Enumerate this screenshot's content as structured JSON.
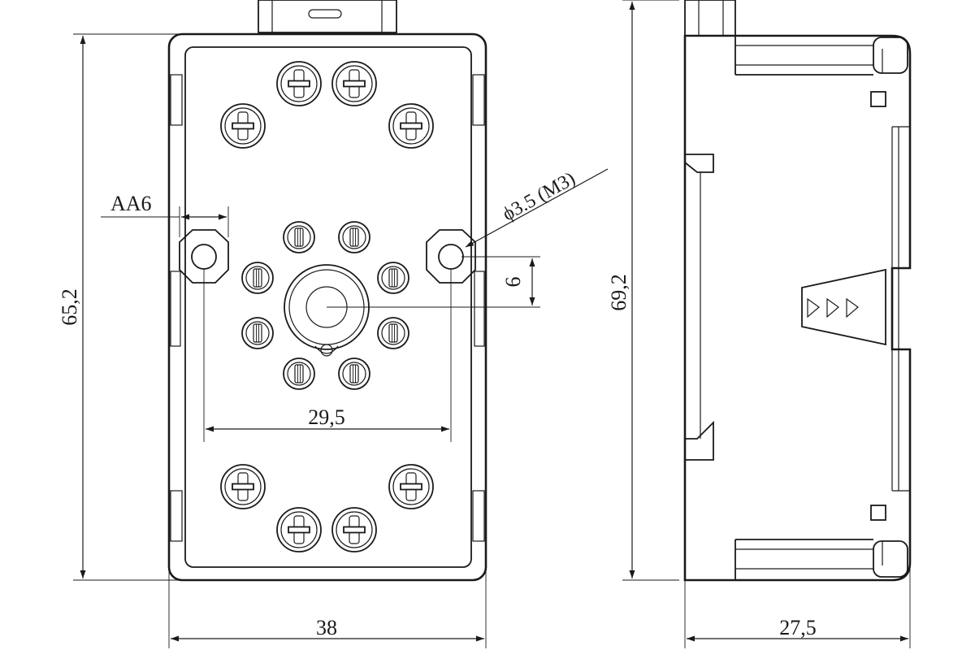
{
  "dimensions": {
    "height_front": "65,2",
    "height_side": "69,2",
    "width_front": "38",
    "width_side": "27,5",
    "hole_spacing": "29,5",
    "hole_offset": "6",
    "nut_size": "AA6",
    "hole_diameter": "ϕ3.5 (M3)"
  },
  "colors": {
    "line": "#1a1a1a",
    "background": "#ffffff"
  }
}
